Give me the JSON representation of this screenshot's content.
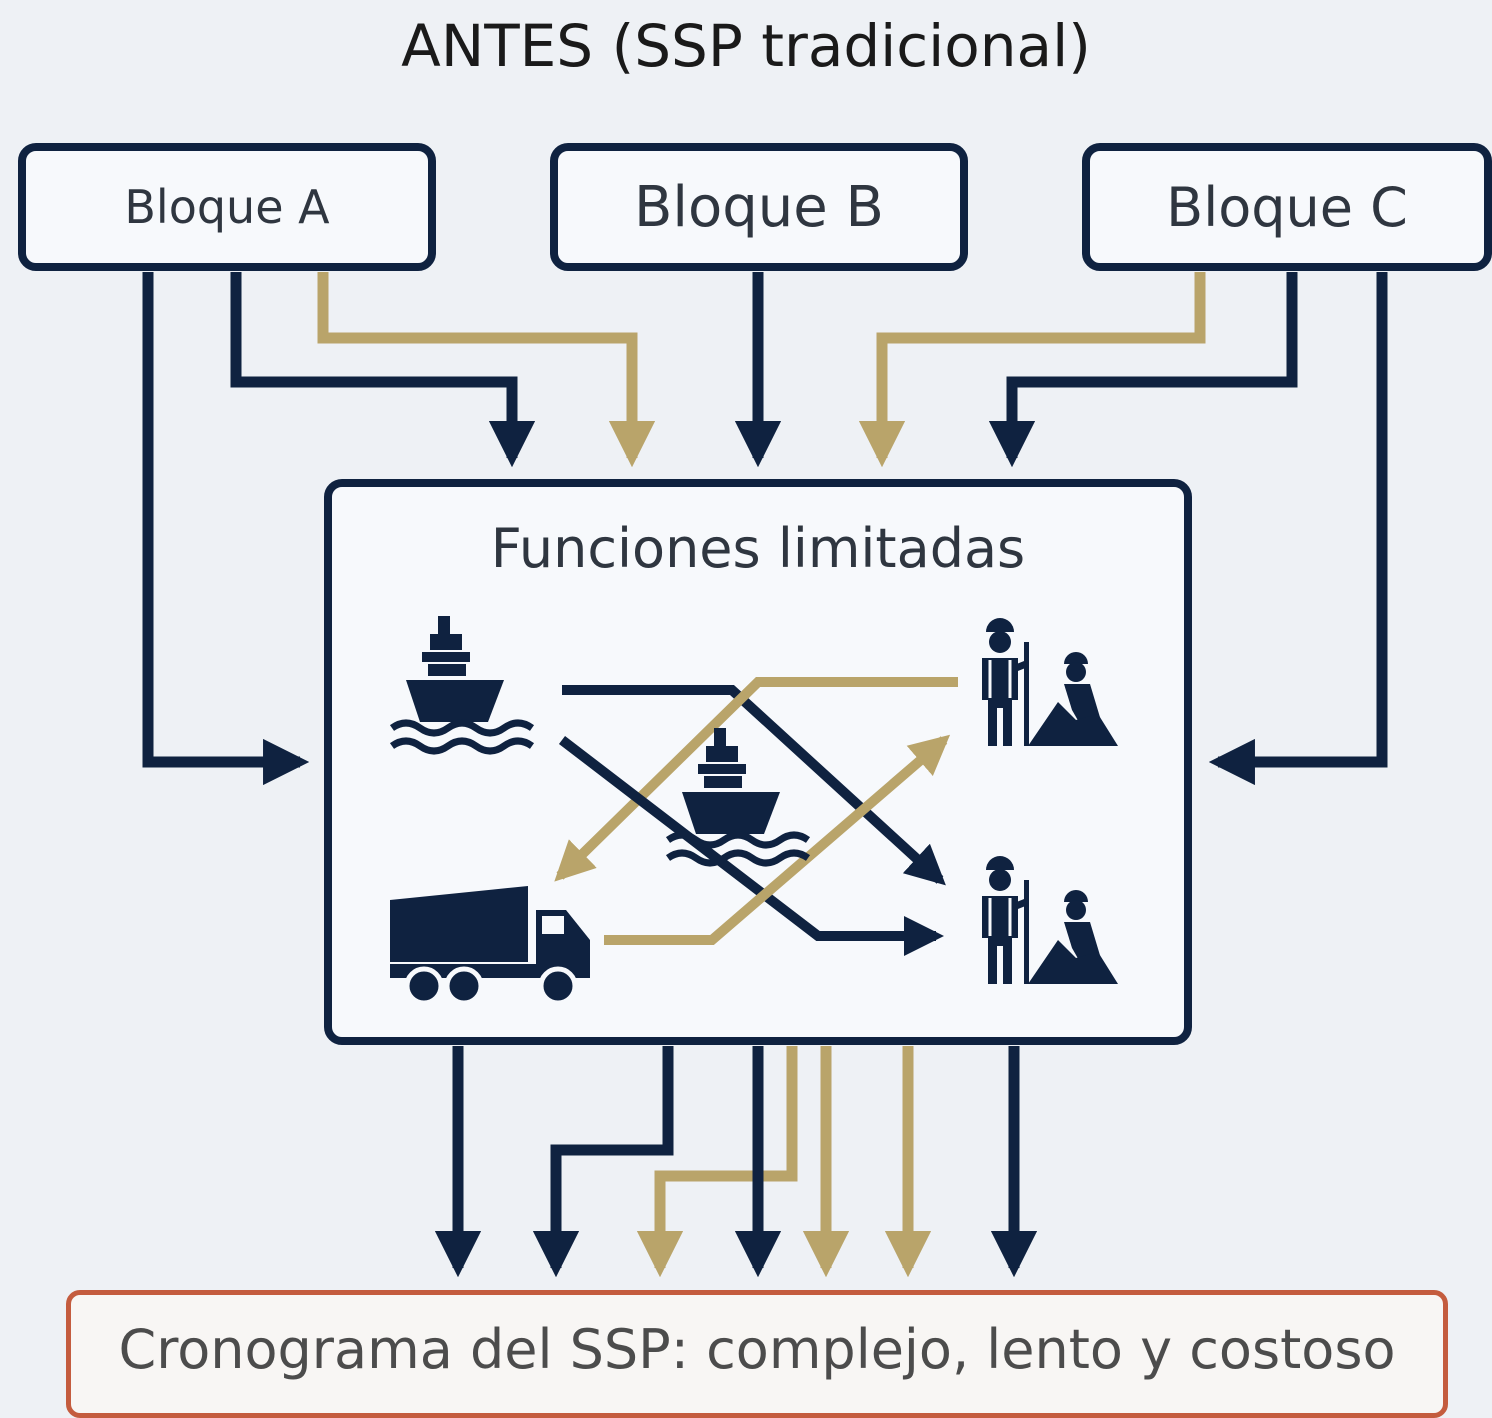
{
  "title": "ANTES (SSP tradicional)",
  "blocks": {
    "a": "Bloque A",
    "b": "Bloque B",
    "c": "Bloque C"
  },
  "center": {
    "title": "Funciones limitadas",
    "icons": [
      "ship-icon",
      "ship-icon",
      "dump-truck-icon",
      "workers-icon",
      "workers-icon"
    ]
  },
  "result": "Cronograma del SSP: complejo, lento y costoso",
  "colors": {
    "navy": "#0f2240",
    "gold": "#b9a46a",
    "result_border": "#c45c3e",
    "background": "#eef1f5"
  }
}
